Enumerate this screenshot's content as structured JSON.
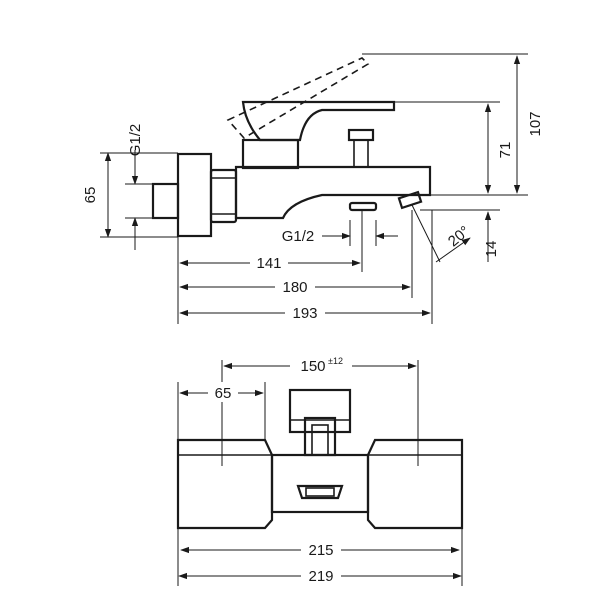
{
  "side_view": {
    "dimensions": {
      "thread_top": "G1/2",
      "height_65": "65",
      "dim_107": "107",
      "dim_71": "71",
      "dim_14": "14",
      "angle": "20°",
      "thread_bottom": "G1/2",
      "dim_141": "141",
      "dim_180": "180",
      "dim_193": "193"
    }
  },
  "top_view": {
    "dimensions": {
      "center_distance": "150",
      "center_tolerance": "±12",
      "dim_65": "65",
      "dim_215": "215",
      "dim_219": "219"
    }
  }
}
